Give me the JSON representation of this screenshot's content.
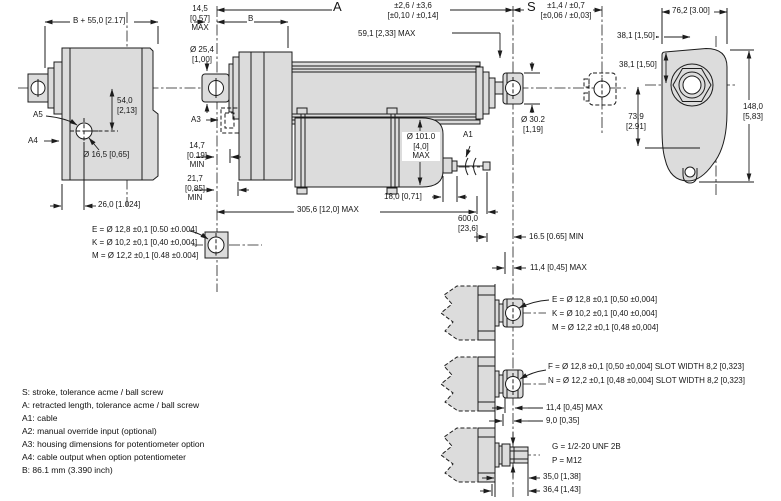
{
  "side_view": {
    "b55": "B + 55,0 [2.17]",
    "h54": "54,0\n[2,13]",
    "a5": "A5",
    "a4": "A4",
    "d165": "Ø 16,5 [0,65]",
    "d26": "26,0 [1.024]"
  },
  "main_view": {
    "d145": "14,5\n[0,57]\nMAX",
    "dimA": "A",
    "dimA_tol": "±2,6 / ±3,6\n[±0,10 / ±0,14]",
    "dimB": "B",
    "dimS": "S",
    "dimS_tol": "±1,4 / ±0,7\n[±0,06 / ±0,03]",
    "d591": "59,1 [2,33] MAX",
    "d254": "Ø 25,4\n[1,00]",
    "a3": "A3",
    "d147": "14,7\n[0.19]\nMIN",
    "d217": "21,7\n[0,85]\nMIN",
    "d101": "Ø 101.0\n[4,0]\nMAX",
    "a1": "A1",
    "d18": "18,0 [0,71]",
    "d3056": "305,6 [12,0] MAX",
    "d600": "600,0\n[23,6]",
    "d302": "Ø 30.2\n[1,19]"
  },
  "front_view": {
    "d762": "76,2 [3.00]",
    "d381h": "38,1 [1,50]",
    "d381v": "38,1 [1,50]",
    "d739": "73,9\n[2.91]",
    "d148": "148,0\n[5,83]"
  },
  "rod_ends": {
    "ekm_left": "E = Ø 12,8 ±0,1 [0.50 ±0.004]\nK = Ø 10,2 ±0,1 [0,40 ±0,004]\nM = Ø 12,2 ±0,1 [0.48 ±0.004]",
    "d165min": "16.5 [0.65] MIN",
    "d114top": "11,4 [0,45] MAX",
    "ekm_right": "E = Ø 12,8 ±0,1 [0,50 ±0,004]\nK = Ø 10,2 ±0,1 [0,40 ±0,004]\nM = Ø 12,2 ±0,1 [0,48 ±0,004]",
    "fn": "F = Ø 12,8 ±0,1 [0,50 ±0,004] SLOT WIDTH 8,2 [0,323]\nN = Ø 12,2 ±0,1 [0,48 ±0,004] SLOT WIDTH 8,2 [0,323]",
    "d114bot": "11,4 [0,45] MAX",
    "d90": "9,0 [0,35]",
    "gp": "G = 1/2-20 UNF 2B\nP = M12",
    "d350": "35,0 [1,38]",
    "d364": "36,4 [1,43]"
  },
  "legend": {
    "items": [
      "S: stroke, tolerance acme / ball screw",
      "A: retracted length, tolerance acme / ball screw",
      "A1: cable",
      "A2: manual override input (optional)",
      "A3: housing dimensions for potentiometer option",
      "A4: cable output when option potentiometer",
      "B: 86.1 mm (3.390 inch)"
    ]
  }
}
